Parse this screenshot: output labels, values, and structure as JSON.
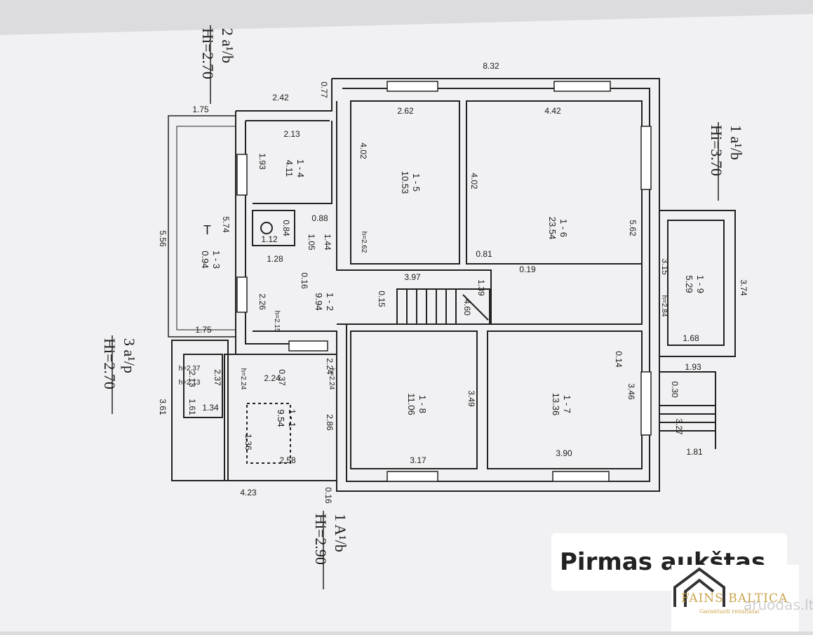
{
  "title": "Pirmas aukštas",
  "logo": {
    "name": "FAINS BALTICA",
    "tagline": "Garantuoti rezultatai",
    "watermark": "aruodas.lt"
  },
  "level_labels": [
    {
      "code": "2 a¹/b",
      "height": "Hi=2.70"
    },
    {
      "code": "1 a¹/b",
      "height": "Hi=3.70"
    },
    {
      "code": "3 a¹/p",
      "height": "Hi=2.70"
    },
    {
      "code": "1 A¹/b",
      "height": "Hi=2.90"
    }
  ],
  "terrace_label": "T",
  "rooms": [
    {
      "id": "1 - 1",
      "area": "9.54"
    },
    {
      "id": "1 - 2",
      "area": "9.94"
    },
    {
      "id": "1 - 3",
      "area": "0.94"
    },
    {
      "id": "1 - 4",
      "area": "4.11"
    },
    {
      "id": "1 - 5",
      "area": "10.53"
    },
    {
      "id": "1 - 6",
      "area": "23.54"
    },
    {
      "id": "1 - 7",
      "area": "13.36"
    },
    {
      "id": "1 - 8",
      "area": "11.06"
    },
    {
      "id": "1 - 9",
      "area": "5.29"
    }
  ],
  "dimensions": [
    "8.32",
    "2.42",
    "0.77",
    "1.75",
    "2.62",
    "4.42",
    "2.13",
    "4.02",
    "4.02",
    "1.93",
    "5.74",
    "5.56",
    "0.88",
    "0.84",
    "1.12",
    "1.05",
    "1.44",
    "5.62",
    "1.28",
    "0.16",
    "0.81",
    "0.19",
    "3.97",
    "1.39",
    "4.60",
    "0.15",
    "2.26",
    "3.15",
    "3.74",
    "1.75",
    "1.68",
    "1.93",
    "0.30",
    "3.27",
    "1.81",
    "0.14",
    "3.46",
    "3.49",
    "3.17",
    "3.90",
    "2.86",
    "0.37",
    "2.24",
    "2.24",
    "2.37",
    "2.13",
    "1.61",
    "1.34",
    "3.61",
    "1.36",
    "2.58",
    "4.23",
    "0.16"
  ],
  "heights": [
    "h=2.62",
    "h=2.15",
    "h=2.84",
    "h=2.24",
    "h=2.24",
    "h=2.37",
    "h=2.13"
  ]
}
